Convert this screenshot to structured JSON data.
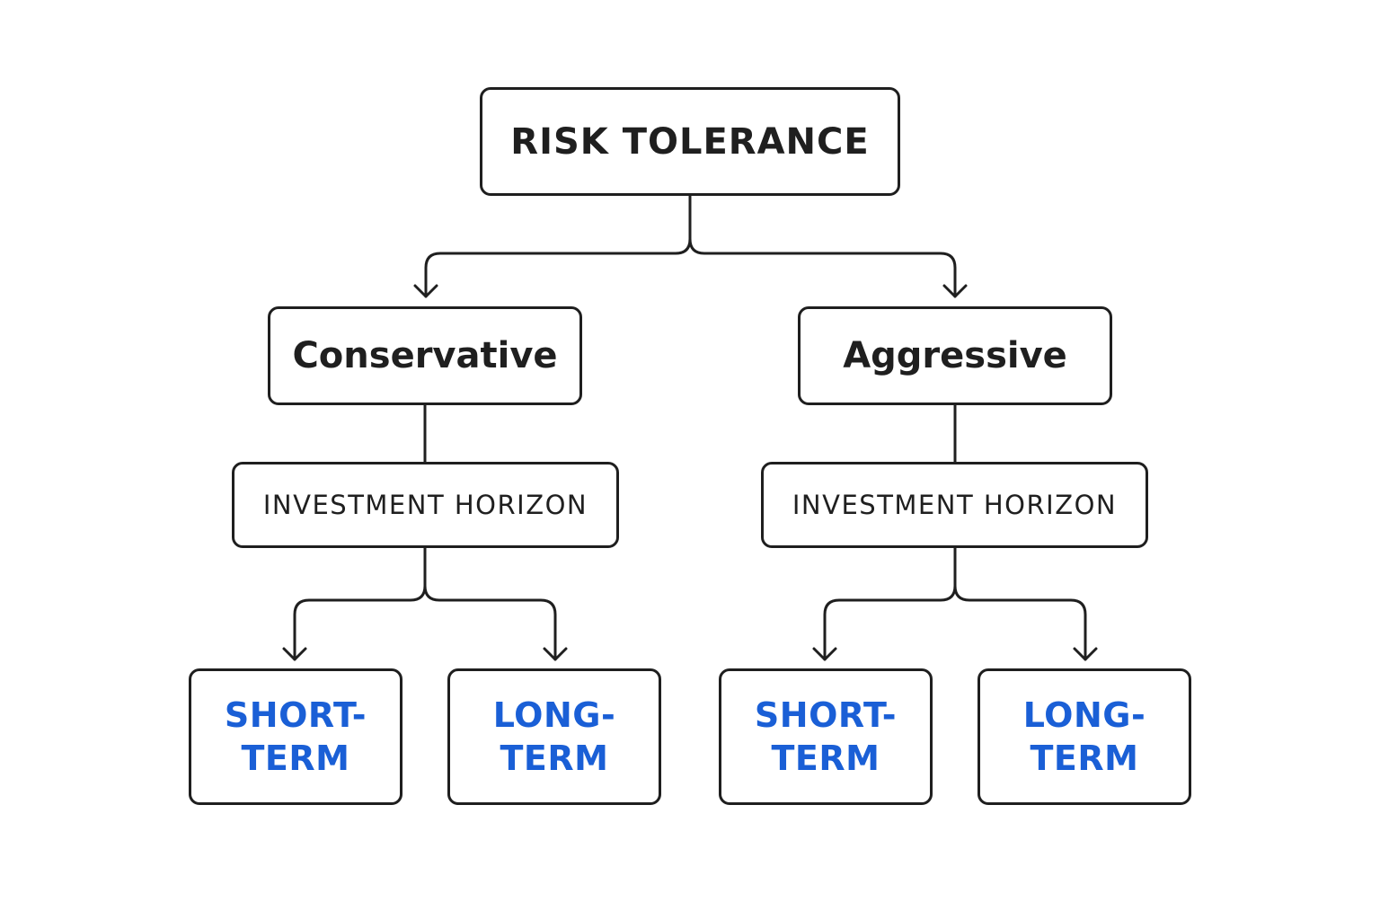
{
  "colors": {
    "stroke": "#1f1f1f",
    "text": "#1f1f1f",
    "accent": "#1a5fd6",
    "background": "#ffffff"
  },
  "tree": {
    "root": {
      "label": "RISK TOLERANCE"
    },
    "branches": [
      {
        "label": "Conservative",
        "horizon": {
          "label": "INVESTMENT HORIZON"
        },
        "leaves": [
          {
            "line1": "SHORT-",
            "line2": "TERM"
          },
          {
            "line1": "LONG-",
            "line2": "TERM"
          }
        ]
      },
      {
        "label": "Aggressive",
        "horizon": {
          "label": "INVESTMENT HORIZON"
        },
        "leaves": [
          {
            "line1": "SHORT-",
            "line2": "TERM"
          },
          {
            "line1": "LONG-",
            "line2": "TERM"
          }
        ]
      }
    ]
  }
}
